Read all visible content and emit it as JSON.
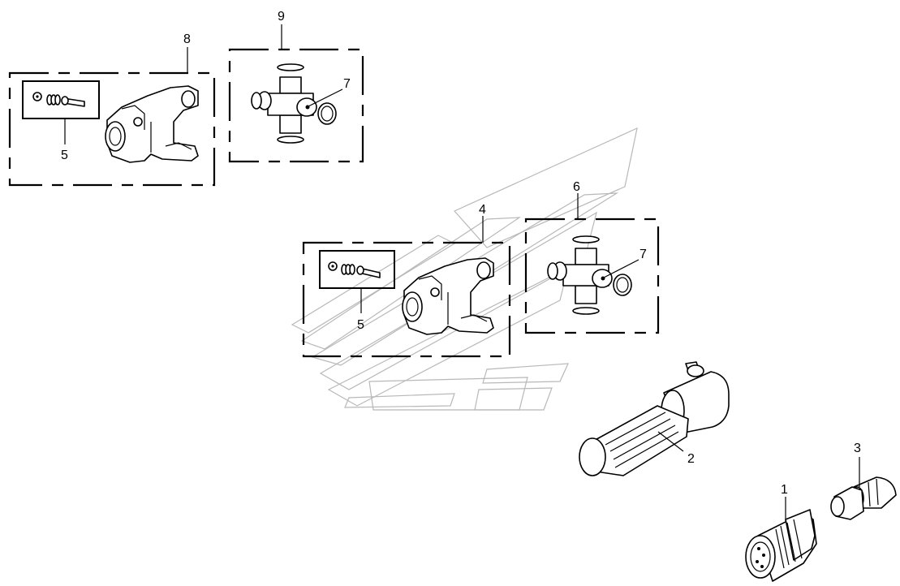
{
  "diagram": {
    "type": "exploded parts diagram",
    "callouts": {
      "c1": "1",
      "c2": "2",
      "c3": "3",
      "c4": "4",
      "c5a": "5",
      "c5b": "5",
      "c6": "6",
      "c7a": "7",
      "c7b": "7",
      "c8": "8",
      "c9": "9"
    },
    "colors": {
      "line": "#000000",
      "watermark": "#b8b8b8",
      "background": "#ffffff"
    }
  }
}
